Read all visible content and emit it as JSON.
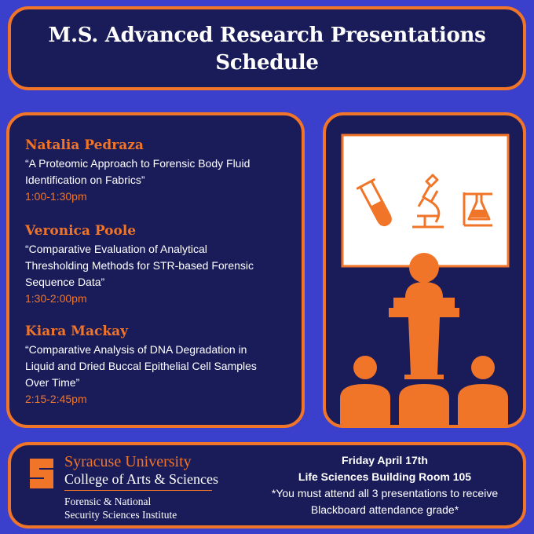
{
  "header": {
    "title_line1": "M.S. Advanced Research Presentations",
    "title_line2": "Schedule"
  },
  "schedule": [
    {
      "speaker": "Natalia Pedraza",
      "title_lines": [
        "“A Proteomic Approach to Forensic Body Fluid",
        "Identification on Fabrics”"
      ],
      "time": "1:00-1:30pm"
    },
    {
      "speaker": "Veronica Poole",
      "title_lines": [
        "“Comparative Evaluation of Analytical",
        "Thresholding Methods for STR-based Forensic",
        "Sequence Data”"
      ],
      "time": "1:30-2:00pm"
    },
    {
      "speaker": "Kiara Mackay",
      "title_lines": [
        "“Comparative Analysis of DNA Degradation in",
        "Liquid and Dried Buccal Epithelial Cell Samples",
        "Over Time”"
      ],
      "time": "2:15-2:45pm"
    }
  ],
  "illustration": {
    "icons": [
      "test-tube-icon",
      "microscope-icon",
      "flask-icon",
      "presenter-icon",
      "audience-icon"
    ]
  },
  "footer": {
    "logo_icon": "syracuse-s-logo-icon",
    "university": "Syracuse University",
    "college": "College of Arts & Sciences",
    "institute_line1": "Forensic & National",
    "institute_line2": "Security Sciences Institute",
    "event_date": "Friday April 17th",
    "event_location": "Life Sciences Building Room 105",
    "note_line1": "*You must attend all 3 presentations to receive",
    "note_line2": "Blackboard attendance grade*"
  },
  "colors": {
    "background": "#3a3fcc",
    "panel": "#1a1c5a",
    "accent": "#f07528",
    "text": "#ffffff"
  }
}
